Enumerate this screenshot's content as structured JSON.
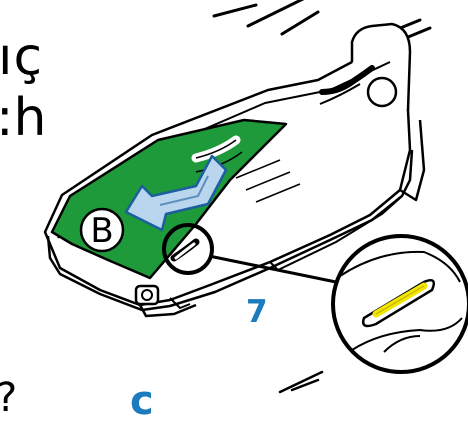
{
  "text_fragments": {
    "line1": "ıç",
    "line2": ":h",
    "bottom_left": "?",
    "bottom_blue": "c"
  },
  "callout_label": "7",
  "marker_letter": "B",
  "colors": {
    "label_color": "#1b7bbd",
    "panel_green": "#1e9a3a",
    "highlight_yellow": "#f2e600",
    "line": "#000000"
  },
  "icons": [
    "arrow-icon",
    "marker-letter-circle",
    "zoom-callout-circle"
  ]
}
